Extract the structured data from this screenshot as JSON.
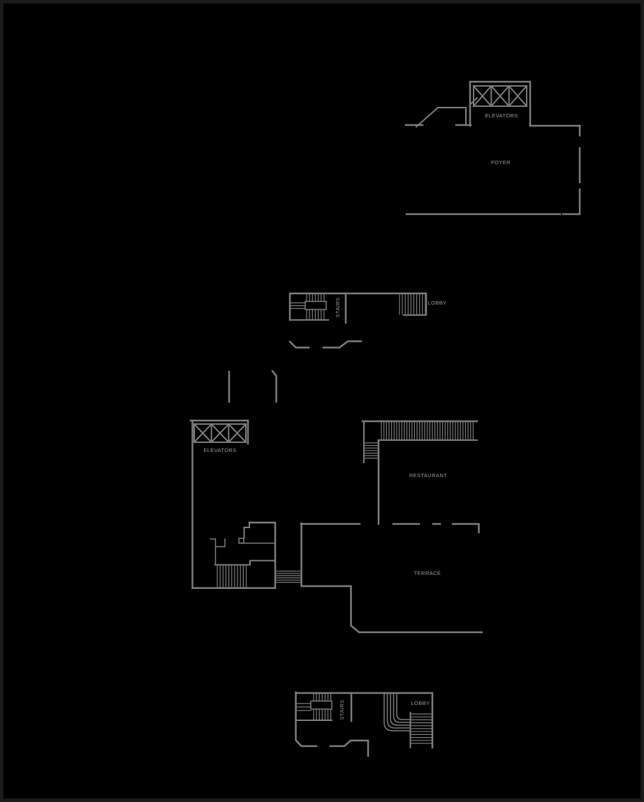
{
  "colors": {
    "background": "#000000",
    "wall": "#7e7e7e",
    "text": "#9e9e9e",
    "border": "#1b1b1b"
  },
  "labels": {
    "upper_elevators": "ELEVATORS",
    "foyer": "FOYER",
    "mid_stairs": "STAIRS",
    "mid_lobby": "LOBBY",
    "central_elevators": "ELEVATORS",
    "restaurant": "RESTAURANT",
    "terrace": "TERRACE",
    "lower_stairs": "STAIRS",
    "lower_lobby": "LOBBY"
  }
}
